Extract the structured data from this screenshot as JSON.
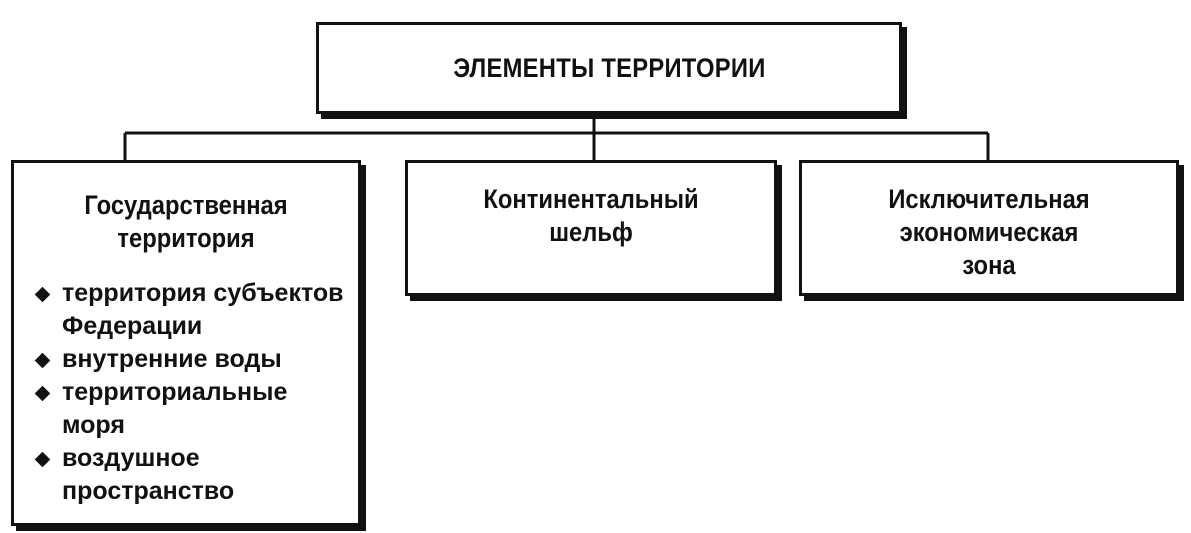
{
  "root": {
    "title": "ЭЛЕМЕНТЫ ТЕРРИТОРИИ"
  },
  "children": [
    {
      "title": "Государственная\nтерритория",
      "items": [
        "территория субъектов\nФедерации",
        "внутренние воды",
        "территориальные\nморя",
        "воздушное\nпространство"
      ]
    },
    {
      "title": "Континентальный\nшельф",
      "items": []
    },
    {
      "title": "Исключительная\nэкономическая\nзона",
      "items": []
    }
  ],
  "colors": {
    "line": "#111111",
    "background": "#ffffff"
  },
  "icons": {
    "bullet": "diamond-icon"
  }
}
